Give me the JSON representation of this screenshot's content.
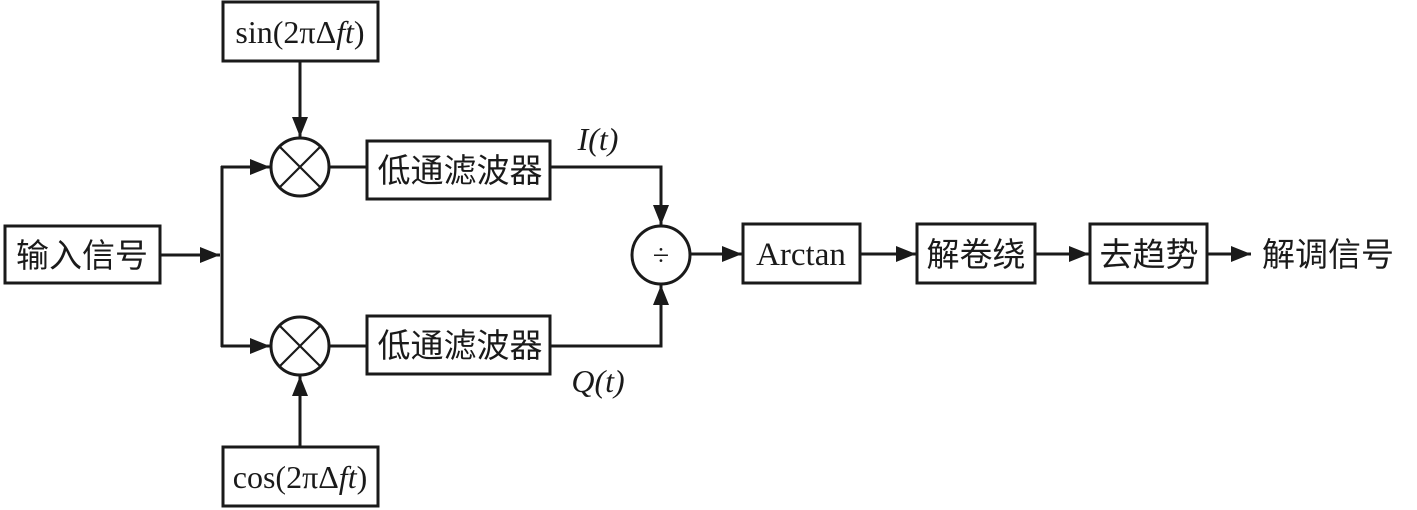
{
  "diagram": {
    "title": "",
    "blocks": {
      "input": {
        "label": "输入信号"
      },
      "sin_ref": {
        "label_prefix": "sin(2πΔ",
        "label_f": "f",
        "label_t": "t",
        "label_suffix": ")"
      },
      "cos_ref": {
        "label_prefix": "cos(2πΔ",
        "label_f": "f",
        "label_t": "t",
        "label_suffix": ")"
      },
      "lpf_top": {
        "label": "低通滤波器"
      },
      "lpf_bottom": {
        "label": "低通滤波器"
      },
      "arctan": {
        "label": "Arctan"
      },
      "unwrap": {
        "label": "解卷绕"
      },
      "detrend": {
        "label": "去趋势"
      },
      "output": {
        "label": "解调信号"
      }
    },
    "operators": {
      "mixer_top": {
        "symbol": "multiply"
      },
      "mixer_bottom": {
        "symbol": "multiply"
      },
      "divider": {
        "symbol": "÷"
      }
    },
    "signals": {
      "i_label_var": "I",
      "i_label_arg": "(t)",
      "q_label_var": "Q",
      "q_label_arg": "(t)"
    },
    "connections": [
      [
        "input",
        "branch"
      ],
      [
        "branch",
        "mixer_top"
      ],
      [
        "branch",
        "mixer_bottom"
      ],
      [
        "sin_ref",
        "mixer_top"
      ],
      [
        "cos_ref",
        "mixer_bottom"
      ],
      [
        "mixer_top",
        "lpf_top"
      ],
      [
        "mixer_bottom",
        "lpf_bottom"
      ],
      [
        "lpf_top",
        "divider"
      ],
      [
        "lpf_bottom",
        "divider"
      ],
      [
        "divider",
        "arctan"
      ],
      [
        "arctan",
        "unwrap"
      ],
      [
        "unwrap",
        "detrend"
      ],
      [
        "detrend",
        "output"
      ]
    ]
  }
}
